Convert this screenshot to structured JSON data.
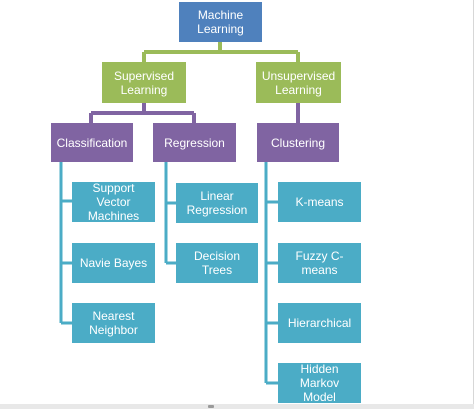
{
  "diagram": {
    "colors": {
      "root": "#4f81bd",
      "level2": "#9bbb59",
      "level3": "#8064a2",
      "leaf": "#4bacc6",
      "edge_green": "#9bbb59",
      "edge_purple": "#8064a2",
      "edge_teal": "#4bacc6"
    },
    "root": {
      "label": "Machine\nLearning"
    },
    "supervised": {
      "label": "Supervised\nLearning"
    },
    "unsupervised": {
      "label": "Unsupervised\nLearning"
    },
    "classification": {
      "label": "Classification"
    },
    "regression": {
      "label": "Regression"
    },
    "clustering": {
      "label": "Clustering"
    },
    "classification_leaves": [
      {
        "label": "Support Vector\nMachines"
      },
      {
        "label": "Navie Bayes"
      },
      {
        "label": "Nearest\nNeighbor"
      }
    ],
    "regression_leaves": [
      {
        "label": "Linear\nRegression"
      },
      {
        "label": "Decision Trees"
      }
    ],
    "clustering_leaves": [
      {
        "label": "K-means"
      },
      {
        "label": "Fuzzy C-means"
      },
      {
        "label": "Hierarchical"
      },
      {
        "label": "Hidden Markov\nModel"
      }
    ]
  }
}
